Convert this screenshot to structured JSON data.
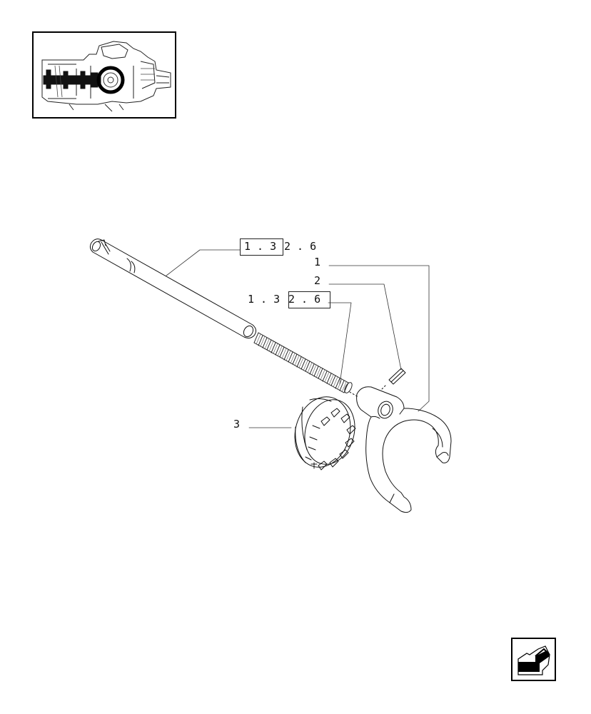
{
  "diagram": {
    "reference_1": {
      "boxed": "1 . 3",
      "rest": "2 . 6"
    },
    "reference_2": {
      "lead": "1 . 3",
      "boxed": "2 . 6"
    },
    "callouts": [
      {
        "id": "1",
        "text": "1"
      },
      {
        "id": "2",
        "text": "2"
      },
      {
        "id": "3",
        "text": "3"
      }
    ]
  },
  "navigation": {
    "back_icon": "back-arrow-icon",
    "thumbnail_icon": "assembly-locator-icon"
  },
  "colors": {
    "ink": "#111111",
    "paper": "#ffffff",
    "highlight_ring": "#000000"
  }
}
